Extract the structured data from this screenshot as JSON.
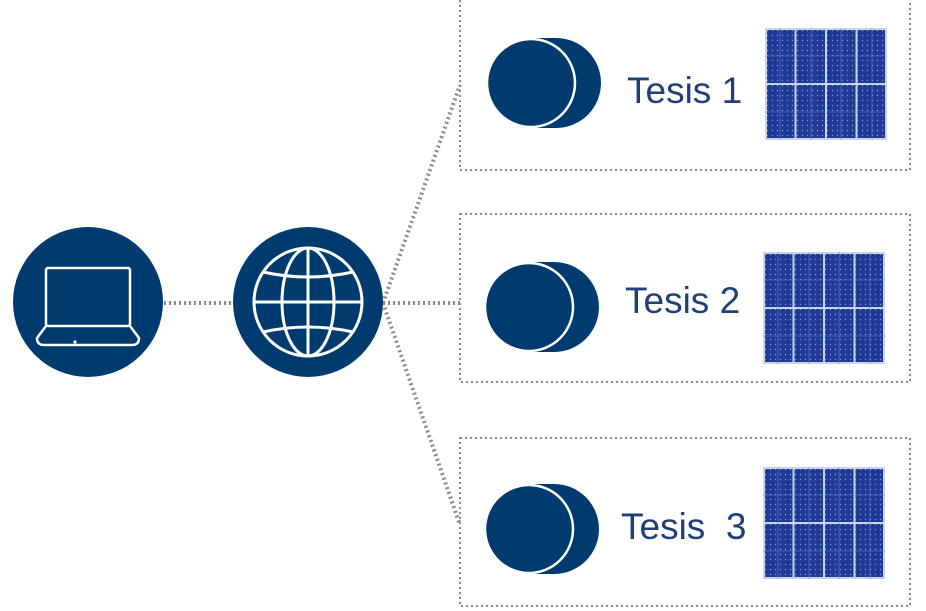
{
  "colors": {
    "primary": "#003b6f",
    "connector": "#8a8a8a",
    "panel_cell": "#1e3a96",
    "panel_grid": "#c9d3ea",
    "label": "#1f3f78",
    "background": "#ffffff"
  },
  "icons": {
    "client": "laptop-icon",
    "network": "globe-icon",
    "device": "meter-icon",
    "source": "solar-panel-icon"
  },
  "facilities": [
    {
      "label": "Tesis 1"
    },
    {
      "label": "Tesis 2"
    },
    {
      "label": "Tesis  3"
    }
  ]
}
